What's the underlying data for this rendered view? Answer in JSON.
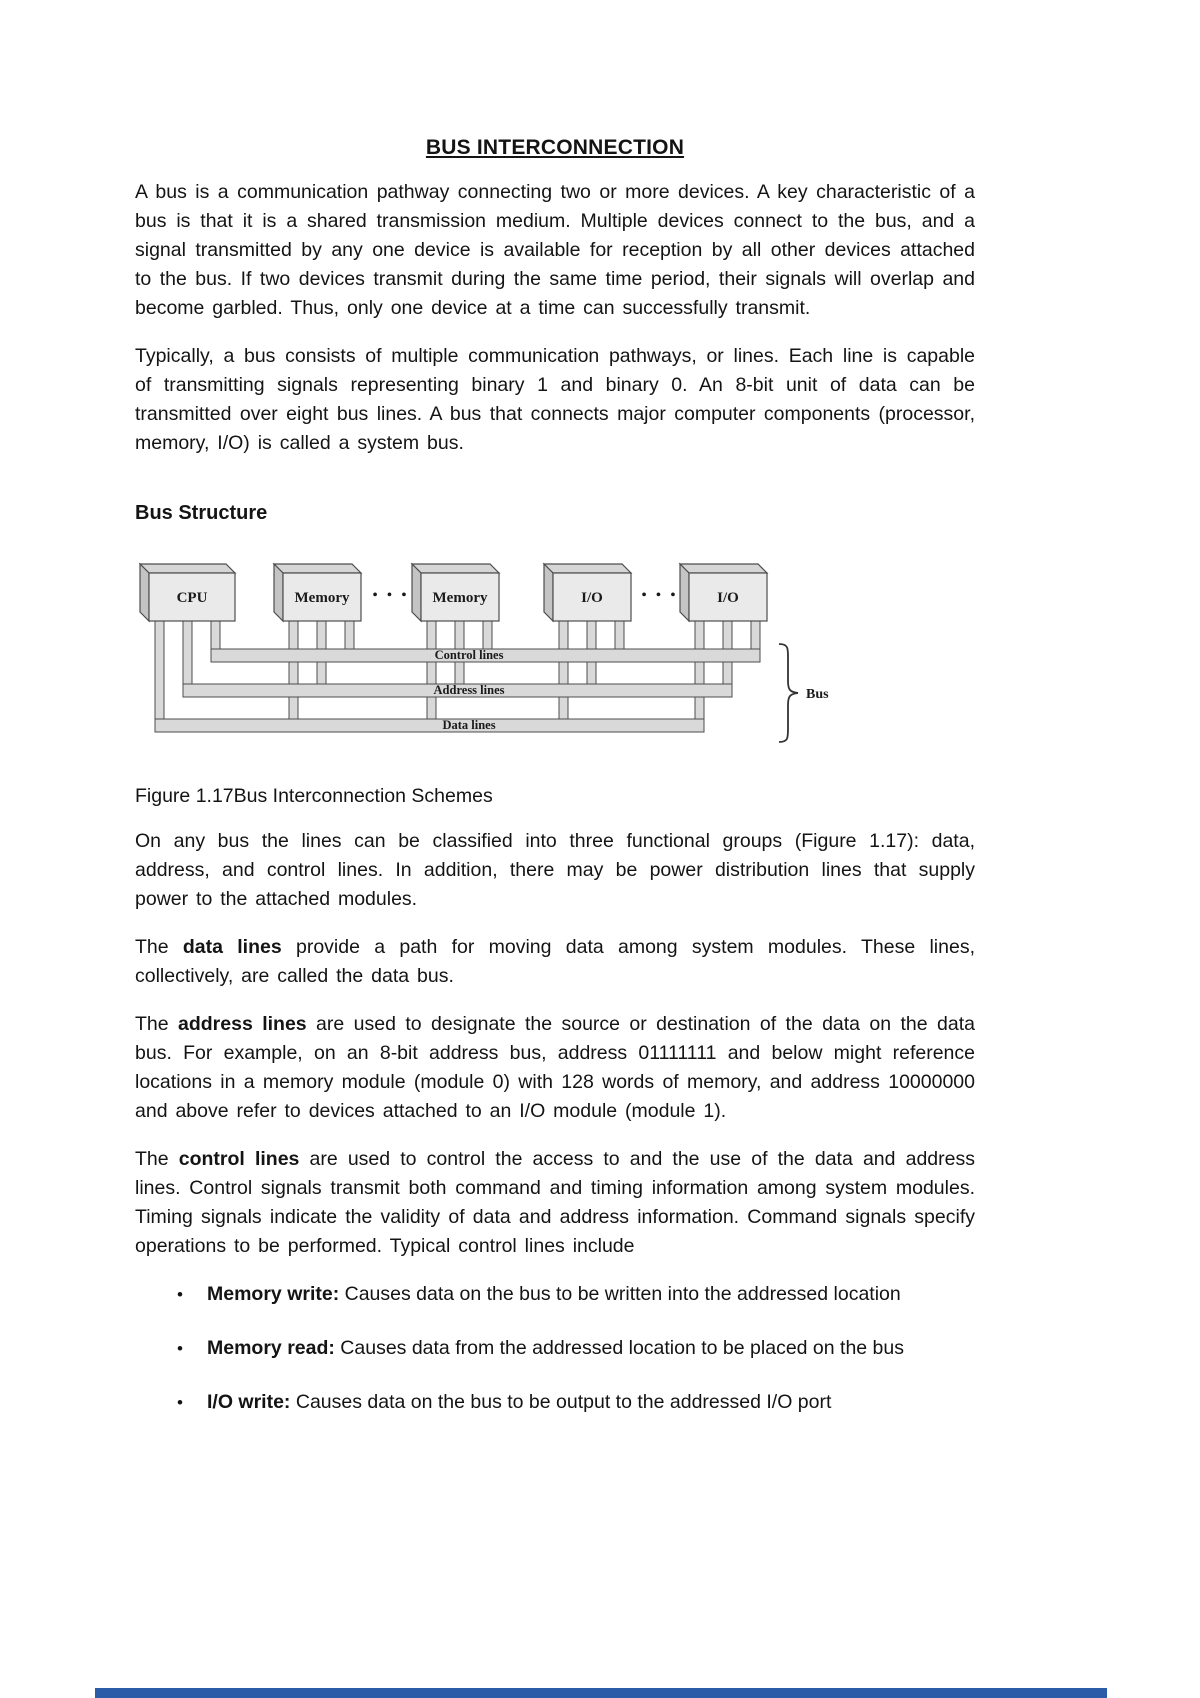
{
  "doc": {
    "title": "BUS INTERCONNECTION",
    "p1": "A bus is a communication pathway connecting two or more devices. A key characteristic of a bus is that it is a shared transmission medium. Multiple devices connect to the bus, and a signal transmitted by any one device is available for reception by all other devices attached to the bus. If two devices transmit during the same time period, their signals will overlap and become garbled. Thus, only one device at a time can successfully transmit.",
    "p2": "Typically, a bus consists of multiple communication pathways, or lines. Each line is capable of transmitting signals representing binary 1 and binary 0. An 8-bit unit of data can be transmitted over eight bus lines. A bus that connects major computer components (processor, memory, I/O) is called a system bus.",
    "section_heading": "Bus Structure",
    "figure_caption": "Figure 1.17Bus Interconnection Schemes",
    "p3": "On any bus the lines can be classified into three functional groups (Figure 1.17): data, address, and control lines. In addition, there may be power distribution lines that supply power to the attached modules.",
    "p4": {
      "lead": "The ",
      "bold": "data lines",
      "rest": " provide a path for moving data among system modules. These lines, collectively, are called the data bus."
    },
    "p5": {
      "lead": "The ",
      "bold": "address lines",
      "rest": " are used to designate the source or destination of the data on the data bus. For example, on an 8-bit address bus, address 01111111 and below might reference locations in a memory module (module 0) with 128 words of memory, and address 10000000 and above refer to devices attached to an I/O module (module 1)."
    },
    "p6": {
      "lead": "The ",
      "bold": "control lines",
      "rest": " are used to control the access to and the use of the data and address lines. Control signals transmit both command and timing information among system modules. Timing signals indicate the validity of data and address information. Command signals specify operations to be performed. Typical control lines include"
    },
    "bullet_marker": "•",
    "bullets": [
      {
        "bold": "Memory write:",
        "text": " Causes data on the bus to be written into the addressed location"
      },
      {
        "bold": "Memory read:",
        "text": " Causes data from the addressed location to be placed on the bus"
      },
      {
        "bold": "I/O write:",
        "text": " Causes data on the bus to be output to the addressed I/O port"
      }
    ]
  },
  "figure": {
    "box_cpu": "CPU",
    "box_memory1": "Memory",
    "box_memory2": "Memory",
    "box_io1": "I/O",
    "box_io2": "I/O",
    "dots": "• • •",
    "line_control": "Control lines",
    "line_address": "Address lines",
    "line_data": "Data lines",
    "brace_label": "Bus"
  }
}
